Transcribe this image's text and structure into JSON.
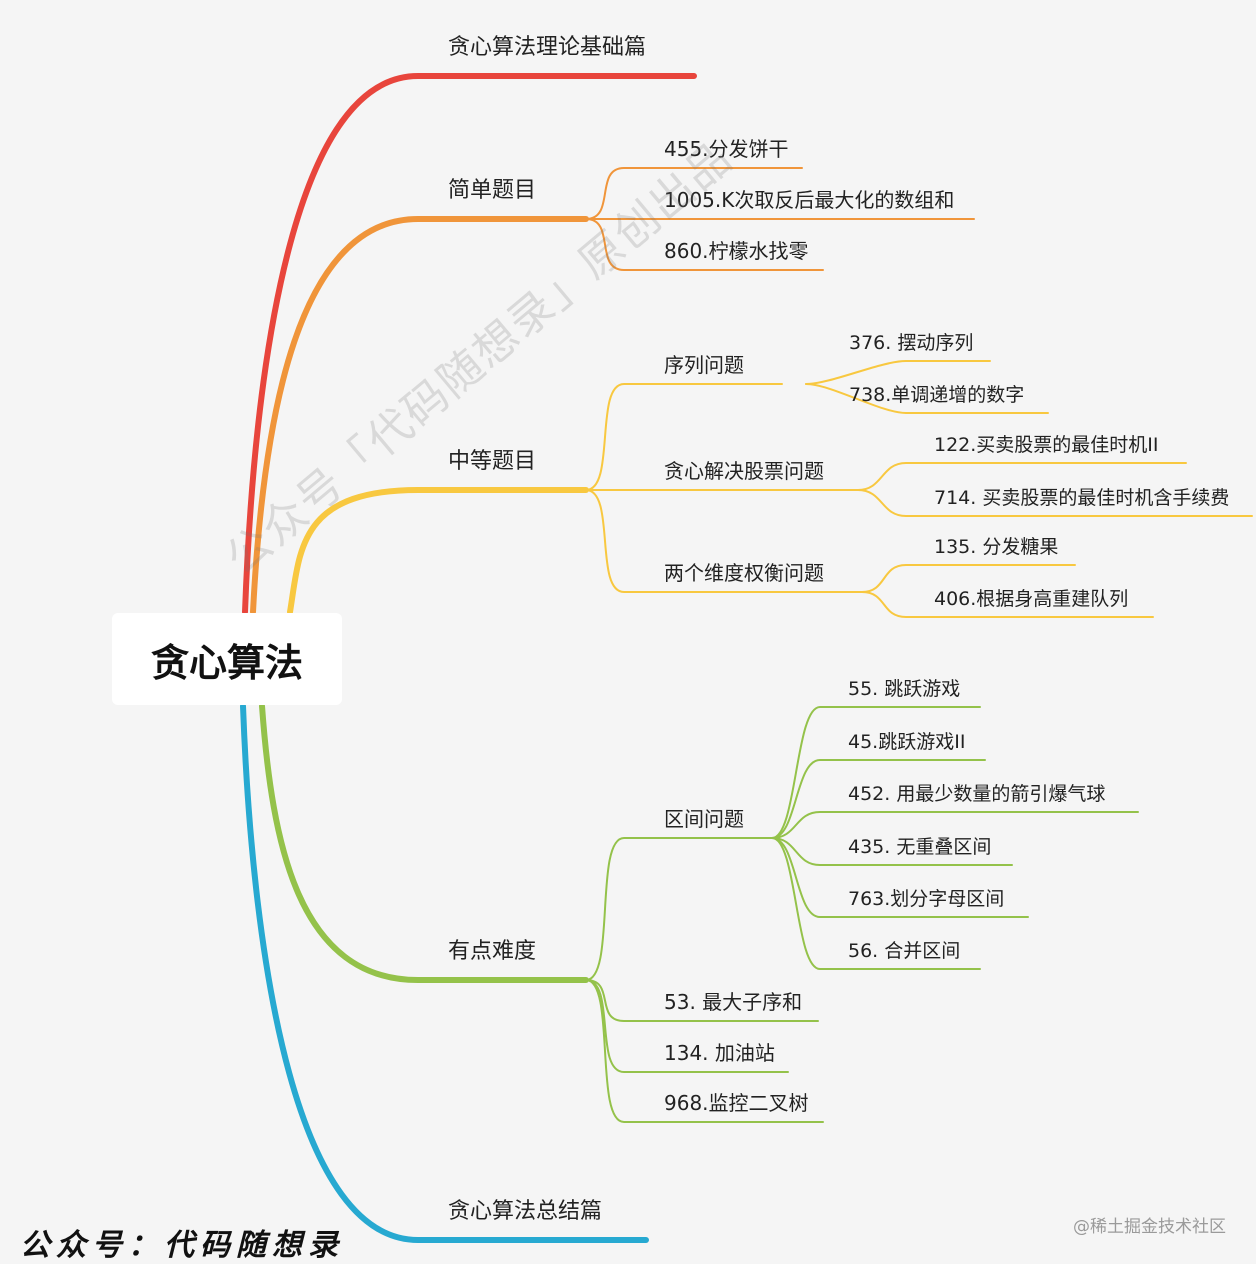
{
  "root": "贪心算法",
  "branches": [
    {
      "label": "贪心算法理论基础篇",
      "color": "#e8453c",
      "children": []
    },
    {
      "label": "简单题目",
      "color": "#f0953a",
      "children": [
        {
          "label": "455.分发饼干"
        },
        {
          "label": "1005.K次取反后最大化的数组和"
        },
        {
          "label": "860.柠檬水找零"
        }
      ]
    },
    {
      "label": "中等题目",
      "color": "#f8c840",
      "children": [
        {
          "label": "序列问题",
          "children": [
            {
              "label": "376. 摆动序列"
            },
            {
              "label": "738.单调递增的数字"
            }
          ]
        },
        {
          "label": "贪心解决股票问题",
          "children": [
            {
              "label": "122.买卖股票的最佳时机II"
            },
            {
              "label": "714. 买卖股票的最佳时机含手续费"
            }
          ]
        },
        {
          "label": "两个维度权衡问题",
          "children": [
            {
              "label": "135. 分发糖果"
            },
            {
              "label": "406.根据身高重建队列"
            }
          ]
        }
      ]
    },
    {
      "label": "有点难度",
      "color": "#94c24a",
      "children": [
        {
          "label": "区间问题",
          "children": [
            {
              "label": "55. 跳跃游戏"
            },
            {
              "label": "45.跳跃游戏II"
            },
            {
              "label": "452. 用最少数量的箭引爆气球"
            },
            {
              "label": "435. 无重叠区间"
            },
            {
              "label": "763.划分字母区间"
            },
            {
              "label": "56. 合并区间"
            }
          ]
        },
        {
          "label": "53. 最大子序和"
        },
        {
          "label": "134. 加油站"
        },
        {
          "label": "968.监控二叉树"
        }
      ]
    },
    {
      "label": "贪心算法总结篇",
      "color": "#27a9d1",
      "children": []
    }
  ],
  "watermark": "公众号「代码随想录」原创出品",
  "footer_left": "公众号：代码随想录",
  "footer_right": "@稀土掘金技术社区"
}
